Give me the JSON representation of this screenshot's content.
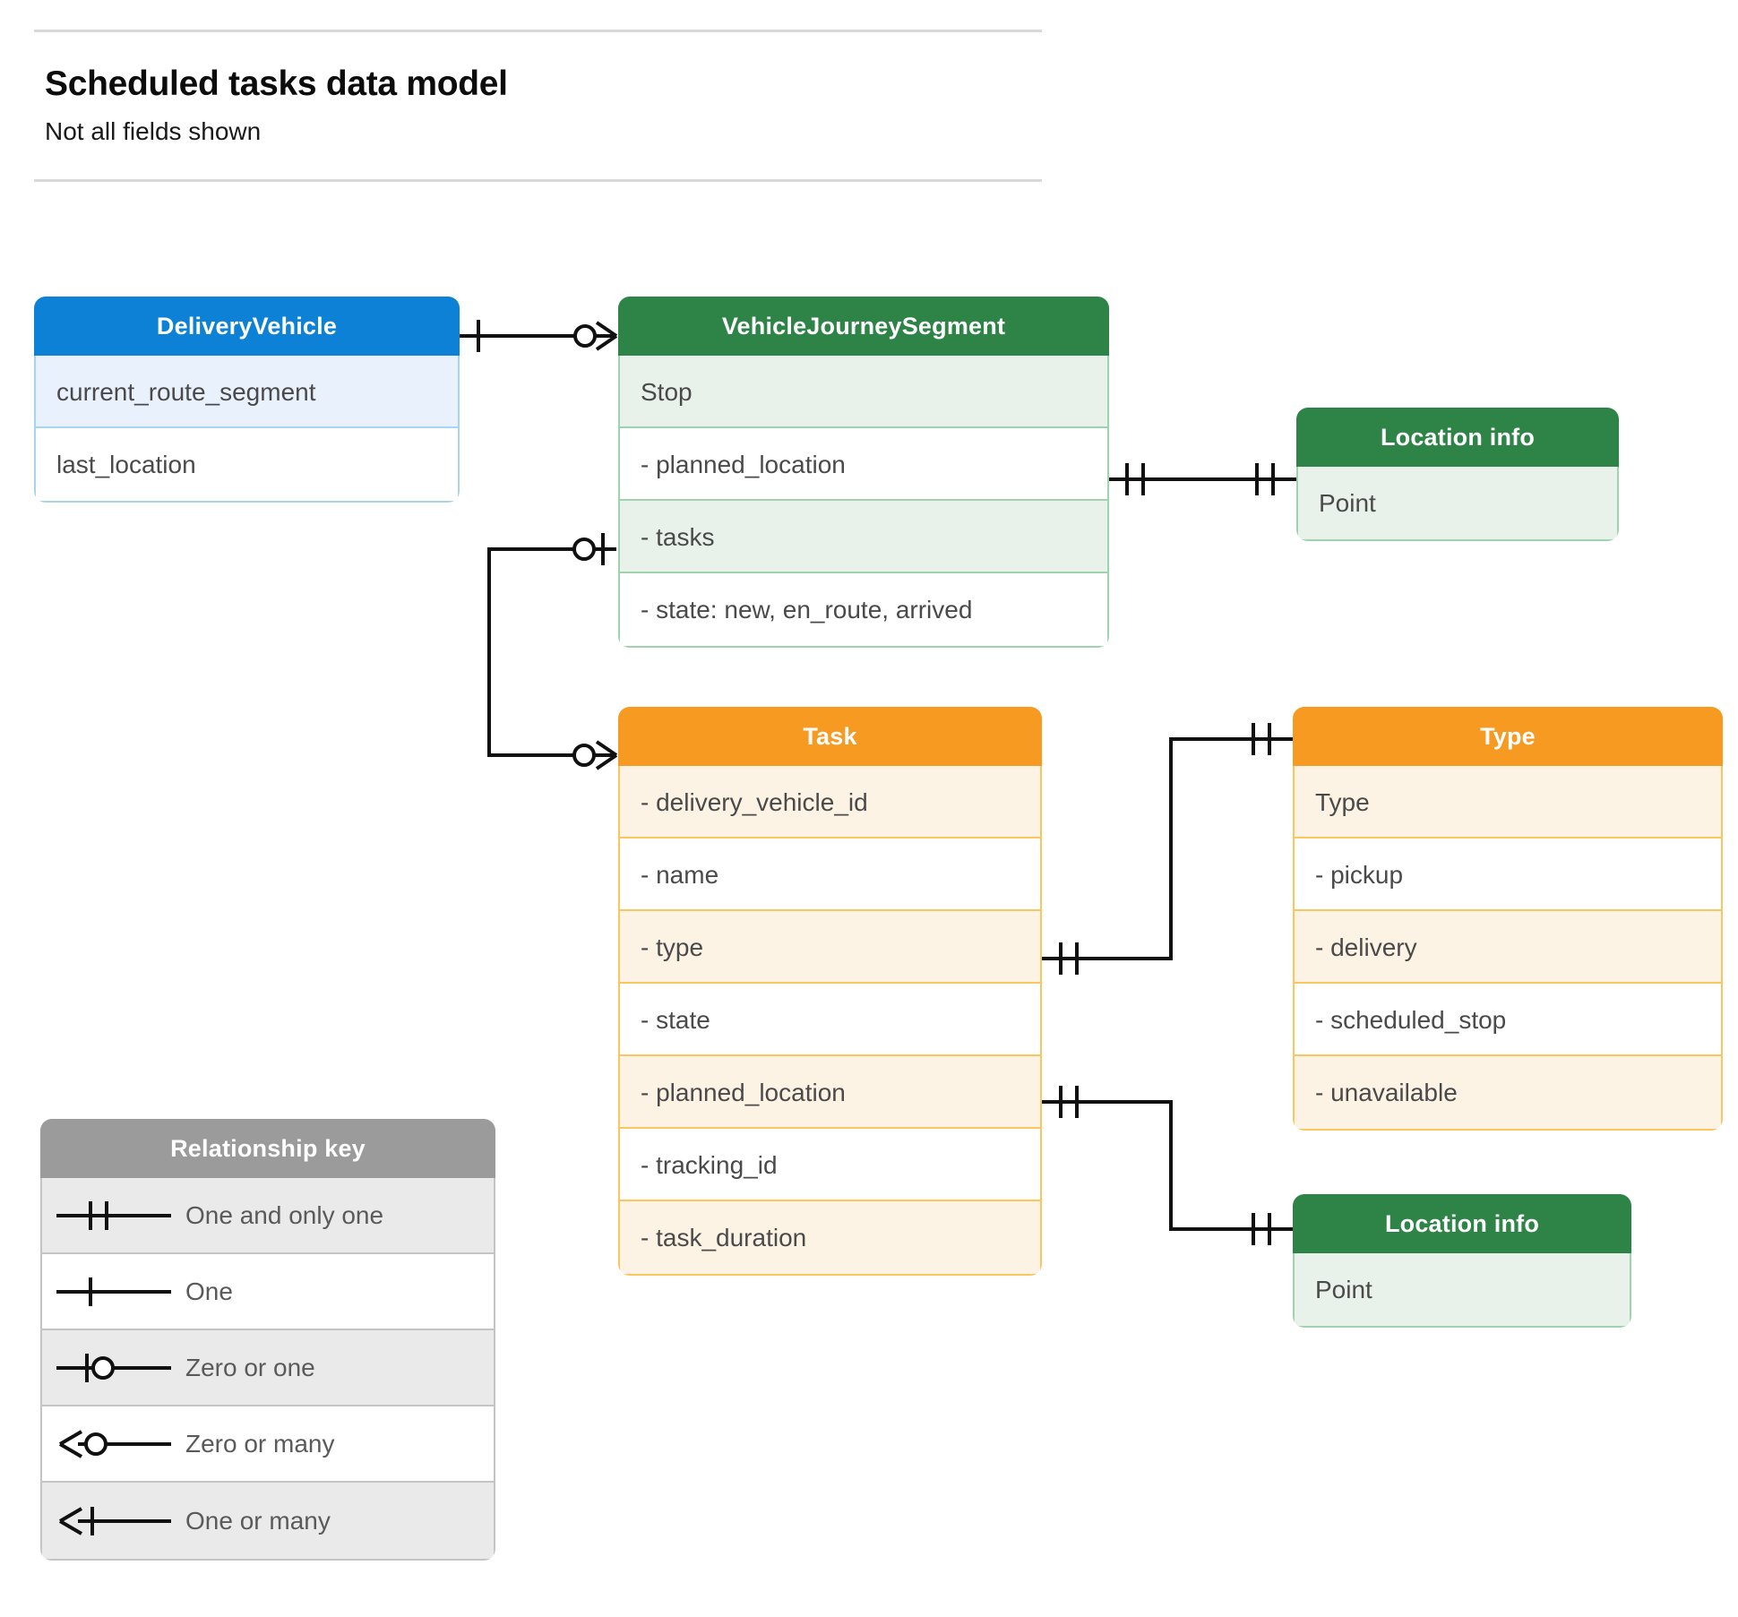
{
  "header": {
    "title": "Scheduled tasks data model",
    "subtitle": "Not all fields shown"
  },
  "entities": {
    "delivery_vehicle": {
      "name": "DeliveryVehicle",
      "color": "#0c81d6",
      "rows": [
        "current_route_segment",
        "last_location"
      ]
    },
    "vehicle_journey_segment": {
      "name": "VehicleJourneySegment",
      "color": "#2d8446",
      "rows": [
        "Stop",
        "-  planned_location",
        "- tasks",
        "- state: new, en_route, arrived"
      ]
    },
    "location_info_top": {
      "name": "Location info",
      "color": "#2d8446",
      "rows": [
        "Point"
      ]
    },
    "task": {
      "name": "Task",
      "color": "#f69a21",
      "rows": [
        "- delivery_vehicle_id",
        "- name",
        "- type",
        "- state",
        "- planned_location",
        "- tracking_id",
        "- task_duration"
      ]
    },
    "type": {
      "name": "Type",
      "color": "#f69a21",
      "rows": [
        "Type",
        "-   pickup",
        "-   delivery",
        "-   scheduled_stop",
        "-   unavailable"
      ]
    },
    "location_info_bottom": {
      "name": "Location info",
      "color": "#2d8446",
      "rows": [
        "Point"
      ]
    }
  },
  "legend": {
    "title": "Relationship key",
    "items": [
      {
        "symbol": "one-and-only-one",
        "label": "One and only one"
      },
      {
        "symbol": "one",
        "label": "One"
      },
      {
        "symbol": "zero-or-one",
        "label": "Zero or one"
      },
      {
        "symbol": "zero-or-many",
        "label": "Zero or many"
      },
      {
        "symbol": "one-or-many",
        "label": "One or many"
      }
    ]
  },
  "relationships": [
    {
      "from": "DeliveryVehicle",
      "from_cardinality": "one",
      "to": "VehicleJourneySegment",
      "to_cardinality": "zero-or-many"
    },
    {
      "from": "VehicleJourneySegment.planned_location",
      "from_cardinality": "one-and-only-one",
      "to": "Location info",
      "to_cardinality": "one-and-only-one"
    },
    {
      "from": "VehicleJourneySegment.tasks",
      "from_cardinality": "zero-or-one",
      "to": "Task",
      "to_cardinality": "zero-or-many"
    },
    {
      "from": "Task.type",
      "from_cardinality": "one-and-only-one",
      "to": "Type",
      "to_cardinality": "one-and-only-one"
    },
    {
      "from": "Task.planned_location",
      "from_cardinality": "one-and-only-one",
      "to": "Location info",
      "to_cardinality": "one-and-only-one"
    }
  ]
}
